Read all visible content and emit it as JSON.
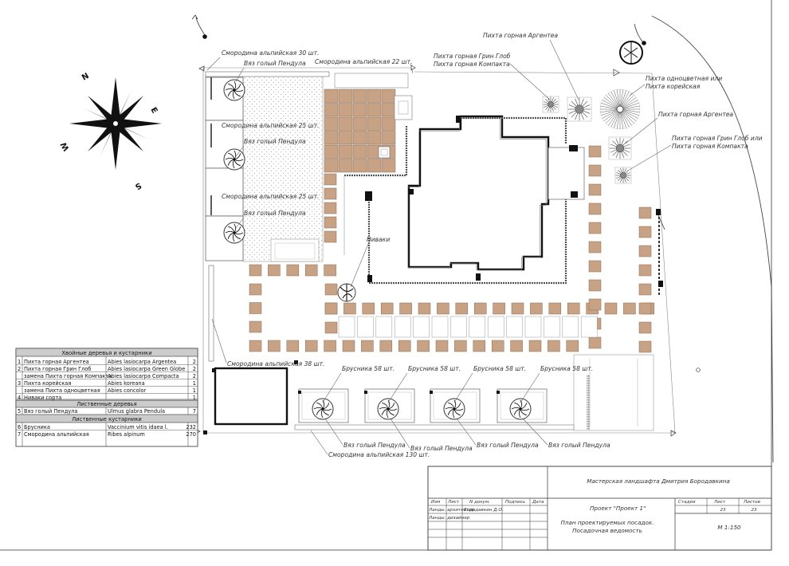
{
  "plant_labels": {
    "currant_30": "Смородина альпийская 30 шт.",
    "elm_1": "Вяз голый Пендула",
    "currant_22": "Смородина альпийская 22 шт.",
    "currant_25a": "Смородина альпийская 25 шт.",
    "elm_2": "Вяз голый Пендула",
    "currant_25b": "Смородина альпийская 25 шт.",
    "elm_3": "Вяз голый Пендула",
    "niwaki": "Ниваки",
    "currant_38": "Смородина альпийская 38 шт.",
    "lingon_1": "Брусника 58 шт.",
    "lingon_2": "Брусника 58 шт.",
    "lingon_3": "Брусника 58 шт.",
    "lingon_4": "Брусника 58 шт.",
    "elm_4": "Вяз голый Пендула",
    "elm_5": "Вяз голый Пендула",
    "elm_6": "Вяз голый Пендула",
    "elm_7": "Вяз голый Пендула",
    "currant_130": "Смородина альпийская 130 шт.",
    "fir_argentea_top": "Пихта горная Аргентеа",
    "fir_green_glob_1": "Пихта горная Грин Глоб",
    "fir_compacta_1": "Пихта горная Компакта",
    "fir_concolor_1": "Пихта одноцветная или",
    "fir_korean_1": "Пихта корейская",
    "fir_argentea_2": "Пихта горная Аргентеа",
    "fir_green_glob_2": "Пихта горная Грин Глоб или",
    "fir_compacta_2": "Пихта горная Компакта"
  },
  "compass": {
    "n": "N",
    "s": "S",
    "e": "E",
    "w": "W"
  },
  "legend": {
    "section_conifers": "Хвойные деревья и кустарники",
    "section_trees": "Лиственные деревья",
    "section_shrubs": "Лиственные кустарники",
    "rows": [
      {
        "num": "1",
        "name": "Пихта горная Аргентеа",
        "latin": "Abies lasiocarpa Argentea",
        "qty": "2"
      },
      {
        "num": "2",
        "name": "Пихта горная Грин Глоб",
        "latin": "Abies lasiocarpa Green Globe",
        "qty": "2"
      },
      {
        "num": "",
        "name": "замена Пихта горная Компакта",
        "latin": "Abies lasiocarpa Compacta",
        "qty": "2"
      },
      {
        "num": "3",
        "name": "Пихта корейская",
        "latin": "Abies koreana",
        "qty": "1"
      },
      {
        "num": "",
        "name": "замена Пихта одноцветная",
        "latin": "Abies concolor",
        "qty": "1"
      },
      {
        "num": "4",
        "name": "Ниваки сорта",
        "latin": "",
        "qty": "1"
      },
      {
        "num": "5",
        "name": "Вяз голый Пендула",
        "latin": "Ulmus glabra Pendula",
        "qty": "7"
      },
      {
        "num": "6",
        "name": "Брусника",
        "latin": "Vaccinium vitis idaea l.",
        "qty": "232"
      },
      {
        "num": "7",
        "name": "Смородина альпийская",
        "latin": "Ribes alpinum",
        "qty": "270"
      }
    ]
  },
  "title_block": {
    "studio": "Мастерская ландшафта Дмитрия Бородавкина",
    "col_change": "Изм",
    "col_sheet": "Лист",
    "col_doc": "N докум.",
    "col_sign": "Подпись",
    "col_date": "Дата",
    "role_1": "Ланды. архитектор",
    "author": "Бородавкин Д.О.",
    "role_2": "Ланды. дизайнер",
    "project": "Проект \"Проект 1\"",
    "drawing_title_1": "План проектируемых посадок.",
    "drawing_title_2": "Посадочная ведомость",
    "stage_label": "Стадия",
    "sheet_label": "Лист",
    "sheets_label": "Листов",
    "sheet_value": "23",
    "sheets_value": "23",
    "scale": "М 1:150"
  }
}
